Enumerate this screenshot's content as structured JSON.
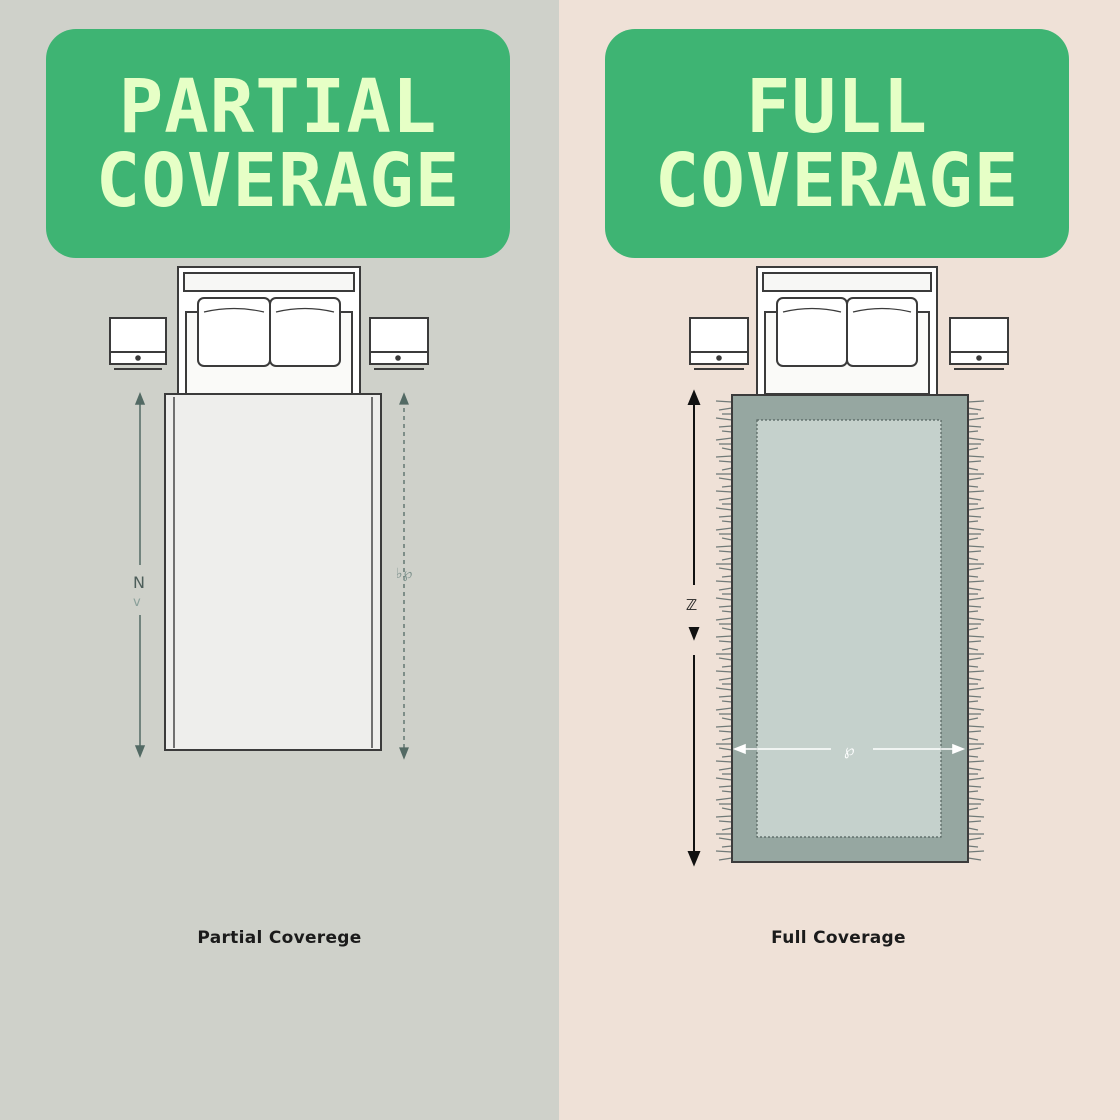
{
  "colors": {
    "left_bg": "#cfd1ca",
    "right_bg": "#efe1d7",
    "badge_bg": "#3eb473",
    "badge_text": "#e6ffc6",
    "line": "#3b3b3b",
    "rug_partial": "#eeeeec",
    "rug_full_border": "#96a7a1",
    "rug_full_inner": "#c5d1cc",
    "fringe": "#707a78"
  },
  "left": {
    "title_line1": "PARTIAL",
    "title_line2": "COVERAGE",
    "caption": "Partial Coverege",
    "dim_label_left": "N",
    "dim_label_left_b": "v",
    "dim_label_right": "♭℘"
  },
  "right": {
    "title_line1": "FULL",
    "title_line2": "COVERAGE",
    "caption": "Full Coverage",
    "dim_label_height": "ℤ",
    "dim_label_width": "℘"
  }
}
